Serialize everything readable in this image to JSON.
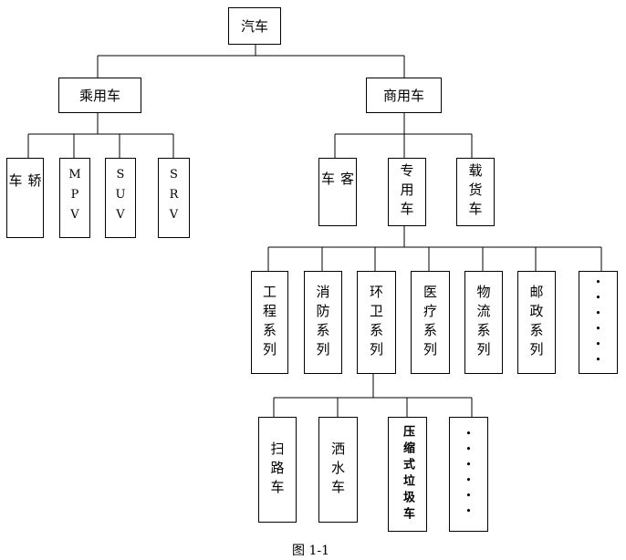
{
  "root": "汽车",
  "level1": [
    "乘用车",
    "商用车"
  ],
  "passenger": [
    "轿车",
    "MPV",
    "SUV",
    "SRV"
  ],
  "commercial": [
    "客车",
    "专用车",
    "载货车"
  ],
  "special": [
    "工程系列",
    "消防系列",
    "环卫系列",
    "医疗系列",
    "物流系列",
    "邮政系列",
    "••••••"
  ],
  "sanitation": [
    "扫路车",
    "洒水车",
    "压缩式垃圾车",
    "••••••"
  ],
  "caption": "图 1-1"
}
